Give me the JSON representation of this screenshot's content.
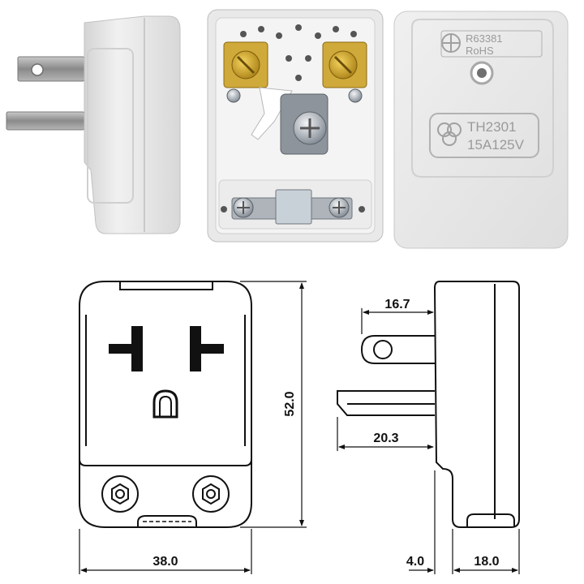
{
  "photos": {
    "back_cover": {
      "cert_code": "R63381",
      "compliance_mark": "RoHS",
      "model": "TH2301",
      "rating": "15A125V"
    }
  },
  "drawing": {
    "front_width": "38.0",
    "height": "52.0",
    "blade_offset_top": "16.7",
    "blade_length": "20.3",
    "base_step": "4.0",
    "side_depth": "18.0"
  },
  "colors": {
    "plug_body": "#e8e8e8",
    "brass": "#c9a227",
    "steel": "#9aa0a6",
    "line": "#111111"
  }
}
